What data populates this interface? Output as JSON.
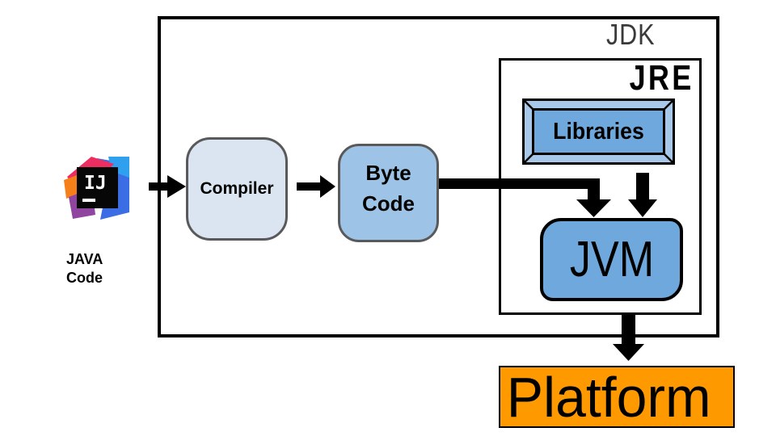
{
  "diagram": {
    "labels": {
      "jdk": "JDK",
      "jre": "JRE"
    },
    "nodes": {
      "java_code": {
        "lines": [
          "JAVA",
          "Code"
        ]
      },
      "compiler": {
        "label": "Compiler"
      },
      "byte_code": {
        "lines": [
          "Byte",
          "Code"
        ]
      },
      "libraries": {
        "label": "Libraries"
      },
      "jvm": {
        "label": "JVM"
      },
      "platform": {
        "label": "Platform"
      }
    },
    "logo": {
      "name": "intellij-idea-logo",
      "monogram": "IJ"
    },
    "colors": {
      "compiler_fill": "#dbe5f1",
      "byte_code_fill": "#9dc3e6",
      "jvm_fill": "#6fa8dc",
      "libraries_frame_fill": "#a8c8e9",
      "libraries_inner_fill": "#6fa8dc",
      "platform_fill": "#ff9900",
      "arrow_color": "#000000",
      "container_border": "#000000",
      "node_border": "#595959",
      "jdk_label_color": "#3a3a3a"
    }
  }
}
